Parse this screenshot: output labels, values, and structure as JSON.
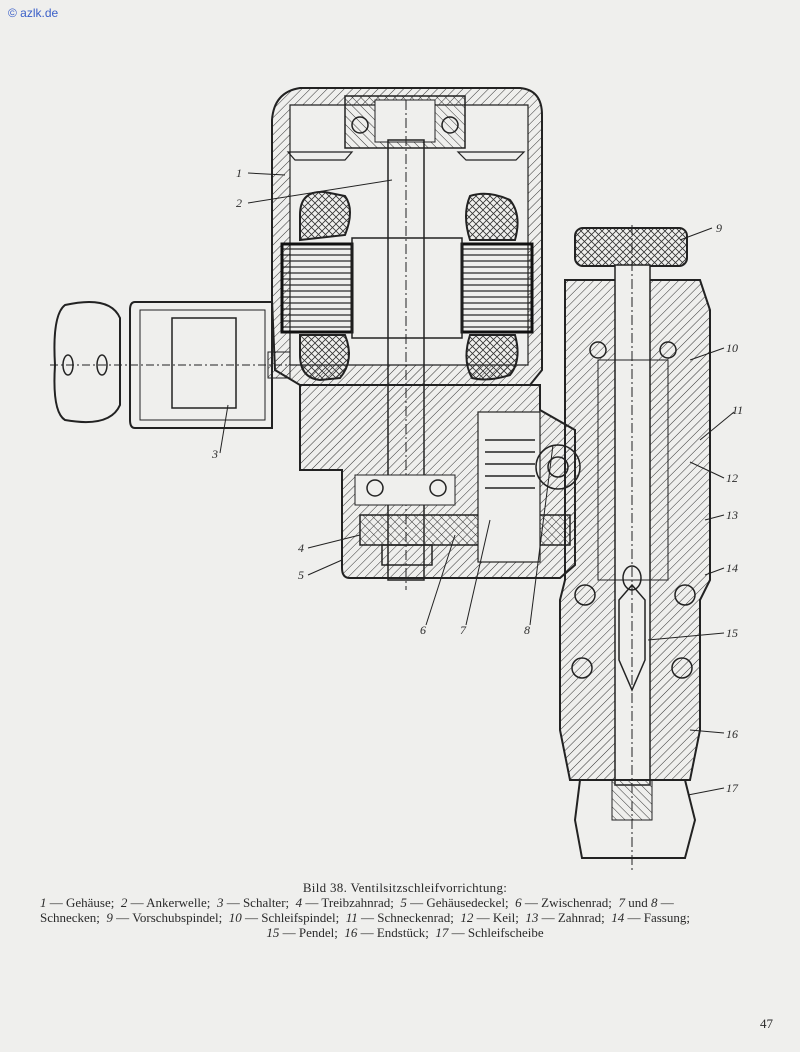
{
  "watermark": "© azlk.de",
  "figure": {
    "labels": [
      "1",
      "2",
      "3",
      "4",
      "5",
      "6",
      "7",
      "8",
      "9",
      "10",
      "11",
      "12",
      "13",
      "14",
      "15",
      "16",
      "17"
    ]
  },
  "caption": {
    "title": "Bild 38. Ventilsitzschleifvorrichtung:",
    "items": [
      {
        "num": "1",
        "text": "Gehäuse;"
      },
      {
        "num": "2",
        "text": "Ankerwelle;"
      },
      {
        "num": "3",
        "text": "Schalter;"
      },
      {
        "num": "4",
        "text": "Treibzahnrad;"
      },
      {
        "num": "5",
        "text": "Gehäusedeckel;"
      },
      {
        "num": "6",
        "text": "Zwischenrad;"
      },
      {
        "num": "7",
        "text": "und"
      },
      {
        "num": "8",
        "text": "Schnecken;"
      },
      {
        "num": "9",
        "text": "Vorschubspindel;"
      },
      {
        "num": "10",
        "text": "Schleifspindel;"
      },
      {
        "num": "11",
        "text": "Schneckenrad;"
      },
      {
        "num": "12",
        "text": "Keil;"
      },
      {
        "num": "13",
        "text": "Zahnrad;"
      },
      {
        "num": "14",
        "text": "Fassung;"
      },
      {
        "num": "15",
        "text": "Pendel;"
      },
      {
        "num": "16",
        "text": "Endstück;"
      },
      {
        "num": "17",
        "text": "Schleifscheibe"
      }
    ]
  },
  "page_number": "47"
}
